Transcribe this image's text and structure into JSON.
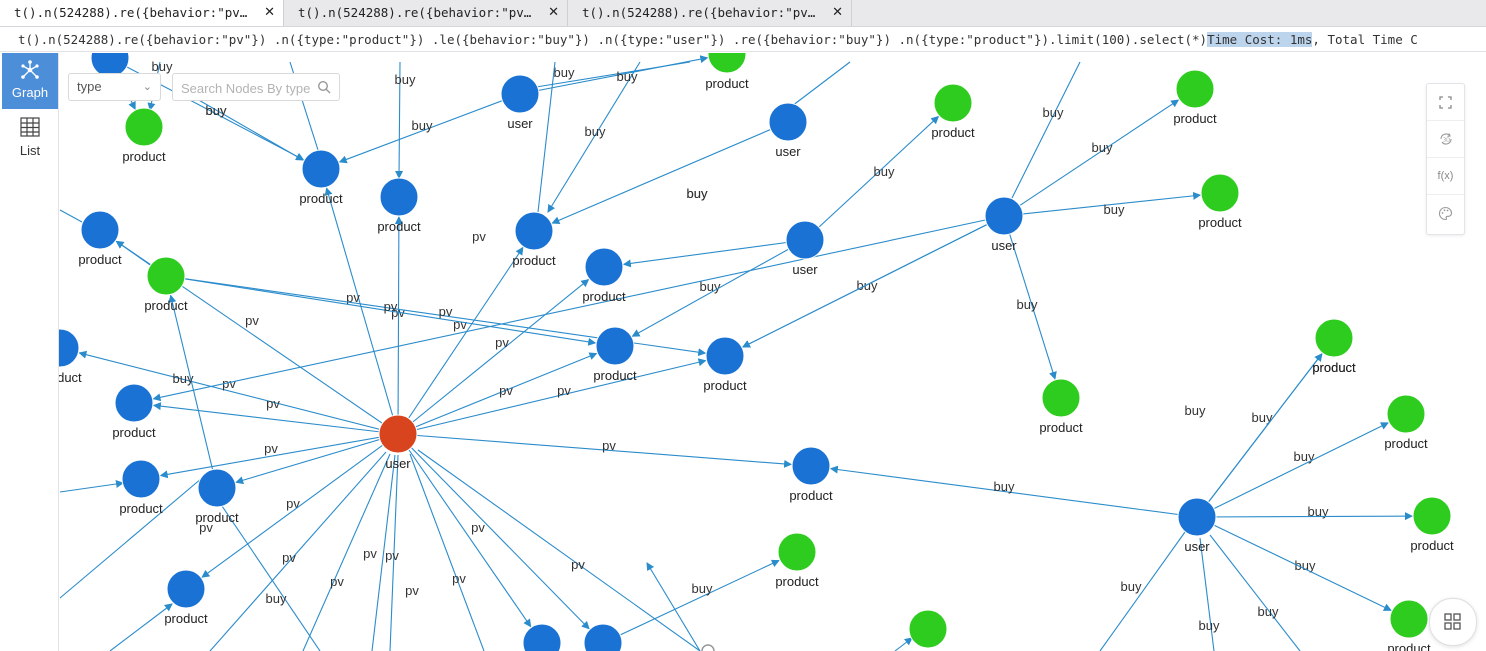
{
  "tabs": [
    {
      "label": "t().n(524288).re({behavior:\"pv…",
      "active": true
    },
    {
      "label": "t().n(524288).re({behavior:\"pv…",
      "active": false
    },
    {
      "label": "t().n(524288).re({behavior:\"pv…",
      "active": false
    }
  ],
  "query": {
    "text": "t().n(524288).re({behavior:\"pv\"}) .n({type:\"product\"}) .le({behavior:\"buy\"}) .n({type:\"user\"}) .re({behavior:\"buy\"}) .n({type:\"product\"}).limit(100).select(*)",
    "time_cost": "Time Cost: 1ms",
    "tail": ", Total Time C"
  },
  "sidebar": {
    "graph_label": "Graph",
    "list_label": "List"
  },
  "filter": {
    "select_value": "type",
    "search_placeholder": "Search Nodes By type"
  },
  "tools": {
    "fx_label": "f(x)"
  },
  "colors": {
    "user": "#1a73d4",
    "product": "#2ecc1f",
    "center": "#d7441d",
    "edge": "#2b8ccb",
    "sidebar_active": "#4d8ed9",
    "highlight": "#bcd4ec"
  },
  "graph": {
    "nodes": [
      {
        "id": "c",
        "type": "center",
        "label": "user"
      },
      {
        "id": "u1",
        "type": "user",
        "label": ""
      },
      {
        "id": "g1",
        "type": "product",
        "label": "product"
      },
      {
        "id": "b1",
        "type": "user",
        "label": "product"
      },
      {
        "id": "b2",
        "type": "user",
        "label": "product"
      },
      {
        "id": "u2",
        "type": "user",
        "label": "user"
      },
      {
        "id": "gtop",
        "type": "product",
        "label": "product"
      },
      {
        "id": "b3",
        "type": "user",
        "label": "product"
      },
      {
        "id": "g2",
        "type": "product",
        "label": "product"
      },
      {
        "id": "b4",
        "type": "user",
        "label": "product"
      },
      {
        "id": "b5",
        "type": "user",
        "label": "product"
      },
      {
        "id": "u3",
        "type": "user",
        "label": "user"
      },
      {
        "id": "g3",
        "type": "product",
        "label": "product"
      },
      {
        "id": "b6",
        "type": "user",
        "label": "product"
      },
      {
        "id": "u4",
        "type": "user",
        "label": "user"
      },
      {
        "id": "b7",
        "type": "user",
        "label": "product"
      },
      {
        "id": "b8",
        "type": "user",
        "label": "product"
      },
      {
        "id": "b9",
        "type": "user",
        "label": "product"
      },
      {
        "id": "b10",
        "type": "user",
        "label": "product"
      },
      {
        "id": "b11",
        "type": "user",
        "label": "product"
      },
      {
        "id": "u5",
        "type": "user",
        "label": "user"
      },
      {
        "id": "b12",
        "type": "user",
        "label": "product"
      },
      {
        "id": "b13",
        "type": "user",
        "label": "product"
      },
      {
        "id": "g4",
        "type": "product",
        "label": "product"
      },
      {
        "id": "b14",
        "type": "user",
        "label": ""
      },
      {
        "id": "b15",
        "type": "user",
        "label": ""
      },
      {
        "id": "u6",
        "type": "user",
        "label": "user"
      },
      {
        "id": "g5",
        "type": "product",
        "label": "product"
      },
      {
        "id": "g6",
        "type": "product",
        "label": "product"
      },
      {
        "id": "g7",
        "type": "product",
        "label": "product"
      },
      {
        "id": "g8",
        "type": "product",
        "label": "product"
      },
      {
        "id": "u7",
        "type": "user",
        "label": "user"
      },
      {
        "id": "g9",
        "type": "product",
        "label": "product"
      },
      {
        "id": "g10",
        "type": "product",
        "label": "product"
      },
      {
        "id": "g11",
        "type": "product",
        "label": "product"
      },
      {
        "id": "g12",
        "type": "product",
        "label": "product"
      },
      {
        "id": "g13",
        "type": "product",
        "label": "product"
      },
      {
        "id": "g14",
        "type": "product",
        "label": ""
      },
      {
        "id": "g15",
        "type": "product",
        "label": ""
      }
    ],
    "edges": [
      {
        "from": "c",
        "to": "b1",
        "label": "pv"
      },
      {
        "from": "c",
        "to": "b2",
        "label": "pv"
      },
      {
        "from": "c",
        "to": "b3",
        "label": "pv"
      },
      {
        "from": "c",
        "to": "b4",
        "label": "pv"
      },
      {
        "from": "c",
        "to": "b5",
        "label": "pv"
      },
      {
        "from": "c",
        "to": "b6",
        "label": "pv"
      },
      {
        "from": "c",
        "to": "b7",
        "label": "pv"
      },
      {
        "from": "c",
        "to": "b8",
        "label": "pv"
      },
      {
        "from": "c",
        "to": "b9",
        "label": "pv"
      },
      {
        "from": "c",
        "to": "b10",
        "label": "pv"
      },
      {
        "from": "c",
        "to": "b11",
        "label": "pv"
      },
      {
        "from": "c",
        "to": "b12",
        "label": "pv"
      },
      {
        "from": "c",
        "to": "b13",
        "label": "pv"
      },
      {
        "from": "c",
        "to": "b14",
        "label": "pv"
      },
      {
        "from": "c",
        "to": "b15",
        "label": "pv"
      },
      {
        "from": "c",
        "to": "g2",
        "label": "pv"
      },
      {
        "from": "u1",
        "to": "b1",
        "label": "buy"
      },
      {
        "from": "u1",
        "to": "g1",
        "label": ""
      },
      {
        "from": "u2",
        "to": "b1",
        "label": "buy"
      },
      {
        "from": "u2",
        "to": "gtop",
        "label": "buy"
      },
      {
        "from": "g2",
        "to": "b9",
        "label": "pv"
      },
      {
        "from": "g2",
        "to": "b8",
        "label": "pv"
      },
      {
        "from": "u3",
        "to": "b5",
        "label": "buy"
      },
      {
        "from": "u4",
        "to": "b6",
        "label": "buy"
      },
      {
        "from": "u4",
        "to": "g3",
        "label": "buy"
      },
      {
        "from": "u5",
        "to": "g5",
        "label": "buy"
      },
      {
        "from": "u5",
        "to": "g6",
        "label": "buy"
      },
      {
        "from": "u5",
        "to": "g7",
        "label": "buy"
      },
      {
        "from": "u5",
        "to": "b7",
        "label": "buy"
      },
      {
        "from": "u6",
        "to": "b10",
        "label": "buy"
      },
      {
        "from": "u7",
        "to": "b13",
        "label": "buy"
      },
      {
        "from": "u7",
        "to": "g8",
        "label": "buy"
      },
      {
        "from": "u7",
        "to": "g9",
        "label": "buy"
      },
      {
        "from": "u7",
        "to": "g10",
        "label": "buy"
      },
      {
        "from": "u7",
        "to": "g11",
        "label": "buy"
      },
      {
        "from": "u7",
        "to": "g12",
        "label": "buy"
      },
      {
        "from": "u7",
        "to": "g13",
        "label": "buy"
      },
      {
        "from": "b15",
        "to": "g4",
        "label": "buy"
      },
      {
        "from": "u7",
        "to": "g15",
        "label": "buy"
      }
    ]
  }
}
